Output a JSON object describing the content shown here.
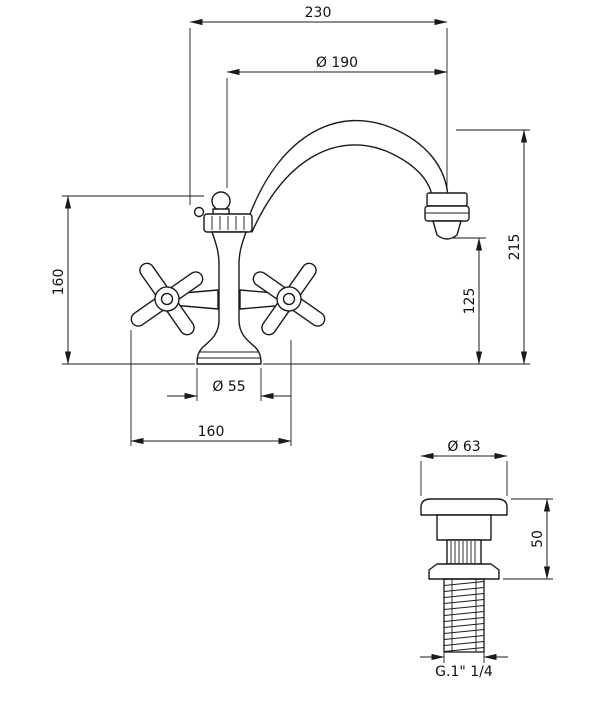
{
  "page": {
    "background_color": "#ffffff",
    "line_color": "#1a1a1a",
    "description": "Technical dimension drawing of a two-handle basin mixer faucet with swan-neck spout and pop-up waste drain"
  },
  "faucet": {
    "label": "basin mixer faucet",
    "dims": {
      "overall_width": "230",
      "spout_reach": "Ø 190",
      "height_left": "160",
      "spout_top_height": "215",
      "outlet_height": "125",
      "base_diameter": "Ø 55",
      "handle_span": "160"
    }
  },
  "drain": {
    "label": "pop-up waste plug",
    "dims": {
      "cap_diameter": "Ø 63",
      "body_height": "50",
      "thread_size": "G.1\" 1/4"
    }
  }
}
